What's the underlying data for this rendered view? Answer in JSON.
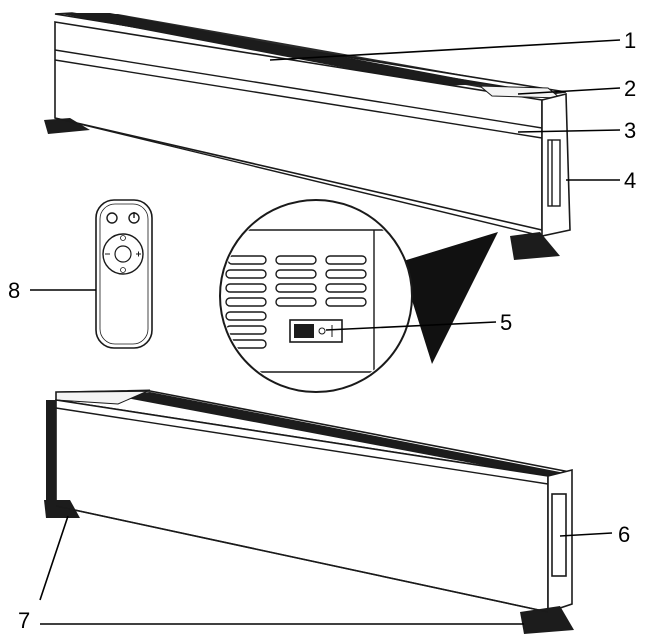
{
  "callouts": [
    {
      "id": "1",
      "label": "1"
    },
    {
      "id": "2",
      "label": "2"
    },
    {
      "id": "3",
      "label": "3"
    },
    {
      "id": "4",
      "label": "4"
    },
    {
      "id": "5",
      "label": "5"
    },
    {
      "id": "6",
      "label": "6"
    },
    {
      "id": "7",
      "label": "7"
    },
    {
      "id": "8",
      "label": "8"
    }
  ],
  "colors": {
    "line": "#1a1a1a",
    "background": "#ffffff",
    "grille": "#2a2a2a"
  },
  "icons": [
    "heater-top-view",
    "heater-bottom-view",
    "remote-control",
    "power-switch-detail"
  ]
}
